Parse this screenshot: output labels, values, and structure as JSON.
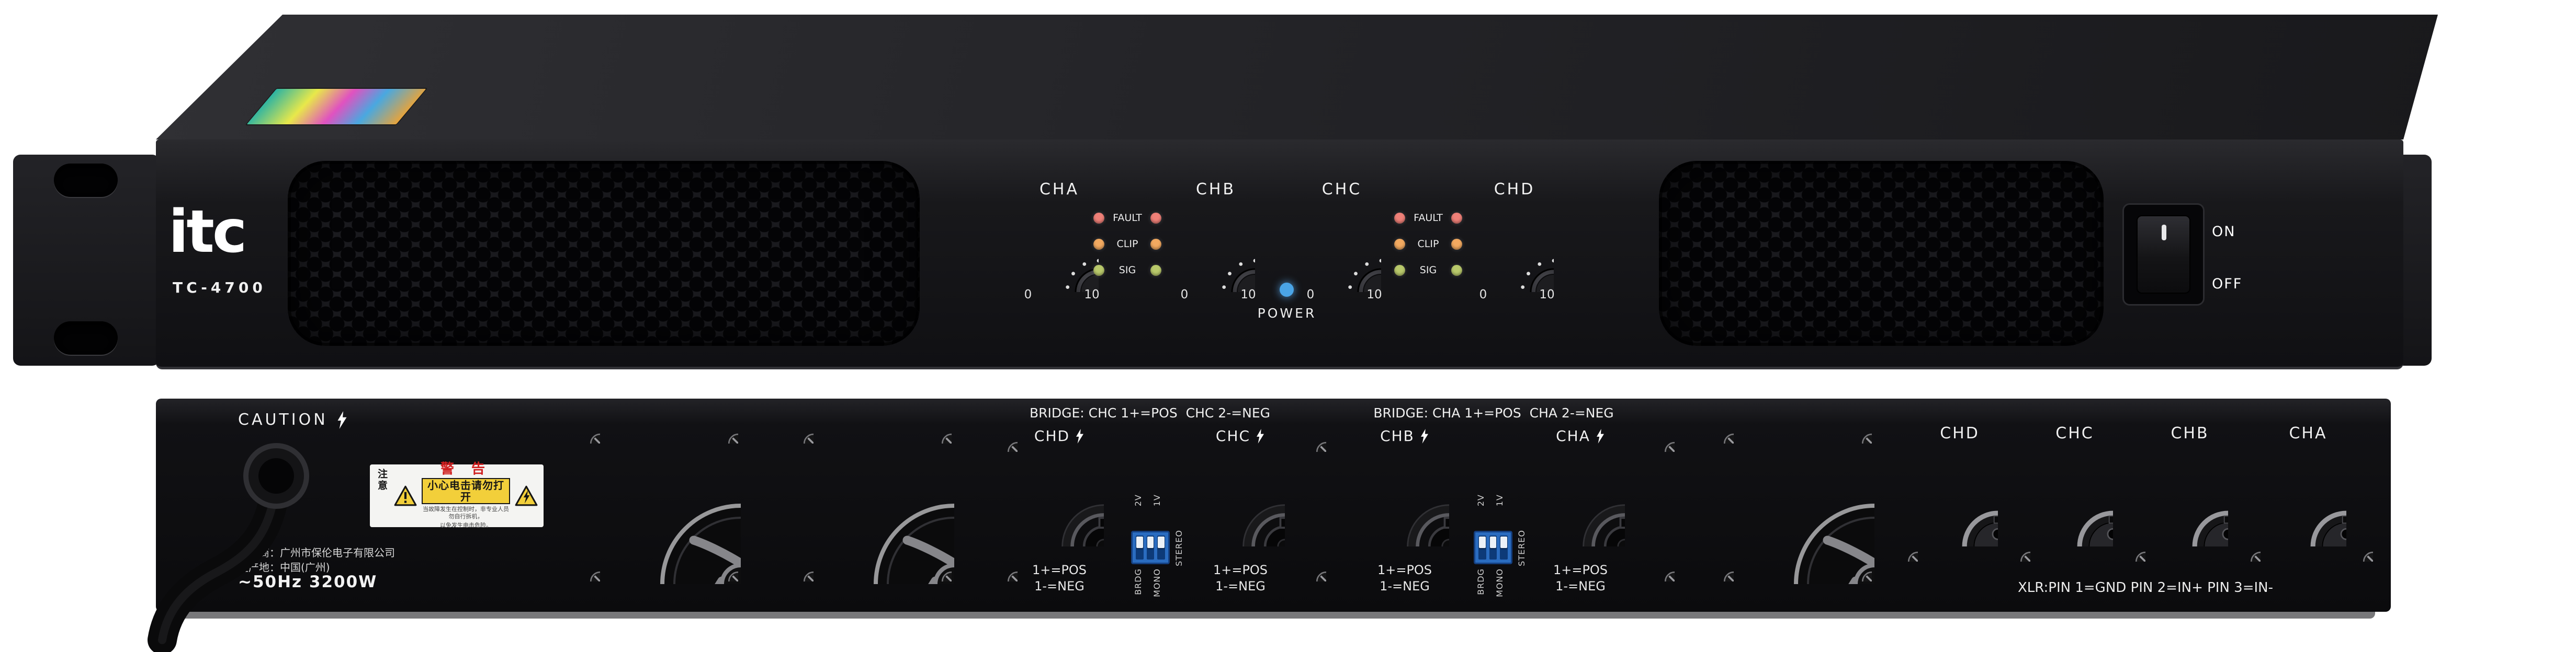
{
  "front": {
    "brand": "itc",
    "model": "TC-4700",
    "channels": [
      {
        "label": "CHA",
        "scale_min": "0",
        "scale_max": "10"
      },
      {
        "label": "CHB",
        "scale_min": "0",
        "scale_max": "10"
      },
      {
        "label": "CHC",
        "scale_min": "0",
        "scale_max": "10"
      },
      {
        "label": "CHD",
        "scale_min": "0",
        "scale_max": "10"
      }
    ],
    "indicator_labels": [
      "FAULT",
      "CLIP",
      "SIG"
    ],
    "indicator_colors": {
      "fault": "#ef8078",
      "clip": "#f2a960",
      "sig": "#b9c96b"
    },
    "power_label": "POWER",
    "power_led_color": "#4aa4e6",
    "switch": {
      "on_label": "ON",
      "off_label": "OFF"
    }
  },
  "rear": {
    "caution_label": "CAUTION",
    "power_rating": "~50Hz 3200W",
    "manufacturer_line1": "制造商：广州市保伦电子有限公司",
    "manufacturer_line2": "生产地：中国(广州)",
    "warning_label": {
      "side_text": "注意",
      "title": "警 告",
      "message": "小心电击请勿打开",
      "small_line1": "当故障发生在控制时，非专业人员勿自行拆机，",
      "small_line2": "以免发生电击危险。"
    },
    "bridge_note_left": "BRIDGE: CHC 1+=POS  CHC 2-=NEG",
    "bridge_note_right": "BRIDGE: CHA 1+=POS  CHA 2-=NEG",
    "speaker_outputs": [
      {
        "label": "CHD",
        "line1": "1+=POS",
        "line2": "1-=NEG"
      },
      {
        "label": "CHC",
        "line1": "1+=POS",
        "line2": "1-=NEG"
      },
      {
        "label": "CHB",
        "line1": "1+=POS",
        "line2": "1-=NEG"
      },
      {
        "label": "CHA",
        "line1": "1+=POS",
        "line2": "1-=NEG"
      }
    ],
    "dip_labels": {
      "v2": "2V",
      "v1": "1V",
      "stereo": "STEREO",
      "brdg": "BRDG",
      "mono": "MONO"
    },
    "xlr_inputs": [
      {
        "label": "CHD"
      },
      {
        "label": "CHC"
      },
      {
        "label": "CHB"
      },
      {
        "label": "CHA"
      }
    ],
    "xlr_note": "XLR:PIN 1=GND PIN 2=IN+ PIN 3=IN-"
  }
}
